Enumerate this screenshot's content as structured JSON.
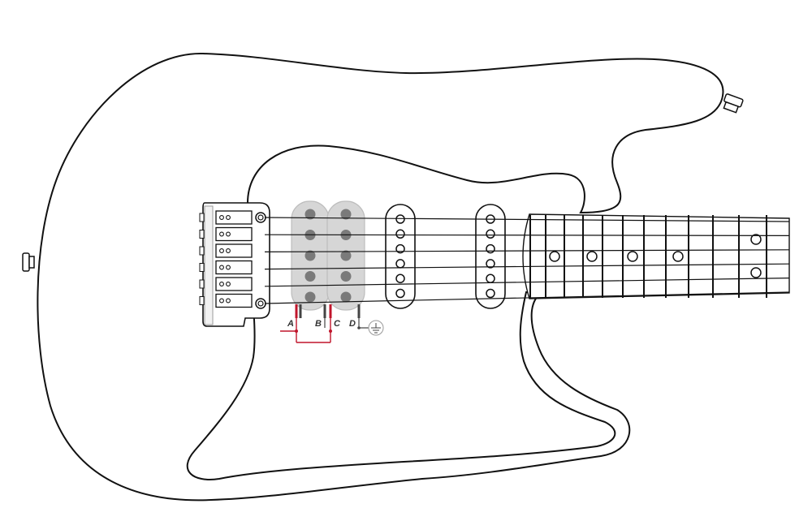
{
  "diagram": {
    "type": "guitar-wiring",
    "description_labels": {
      "lead_a": "A",
      "lead_b": "B",
      "lead_c": "C",
      "lead_d": "D"
    },
    "components": {
      "body": "guitar-body-outline",
      "bridge": "tremolo-bridge",
      "humbucker": "bridge-humbucker",
      "single_coils": [
        "middle-single-coil",
        "neck-single-coil"
      ],
      "neck": "fretboard",
      "ground_symbol": "ground-icon"
    },
    "colors": {
      "outline": "#111111",
      "humbucker_fill": "#d6d6d6",
      "pole": "#7a7a7a",
      "hot_lead": "#c0152b",
      "wire": "#444444"
    },
    "string_count": 6,
    "fret_markers": [
      "single",
      "single",
      "single",
      "single",
      "double"
    ]
  }
}
